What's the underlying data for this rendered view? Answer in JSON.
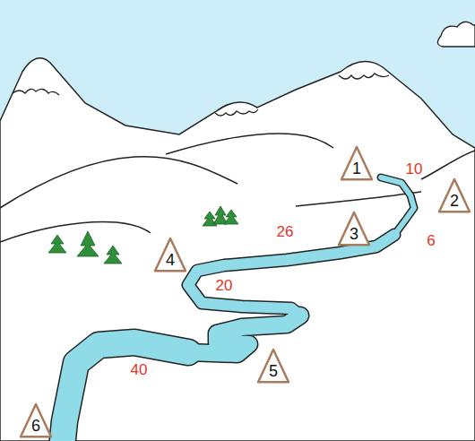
{
  "diagram": {
    "nodes": [
      {
        "text": [
          "1"
        ]
      },
      {
        "text": [
          "2"
        ]
      },
      {
        "text": [
          "3"
        ]
      },
      {
        "text": [
          "4"
        ]
      },
      {
        "text": [
          "5"
        ]
      },
      {
        "text": [
          "6"
        ]
      }
    ],
    "labels": [
      "10",
      "6",
      "26",
      "20",
      "40"
    ]
  }
}
